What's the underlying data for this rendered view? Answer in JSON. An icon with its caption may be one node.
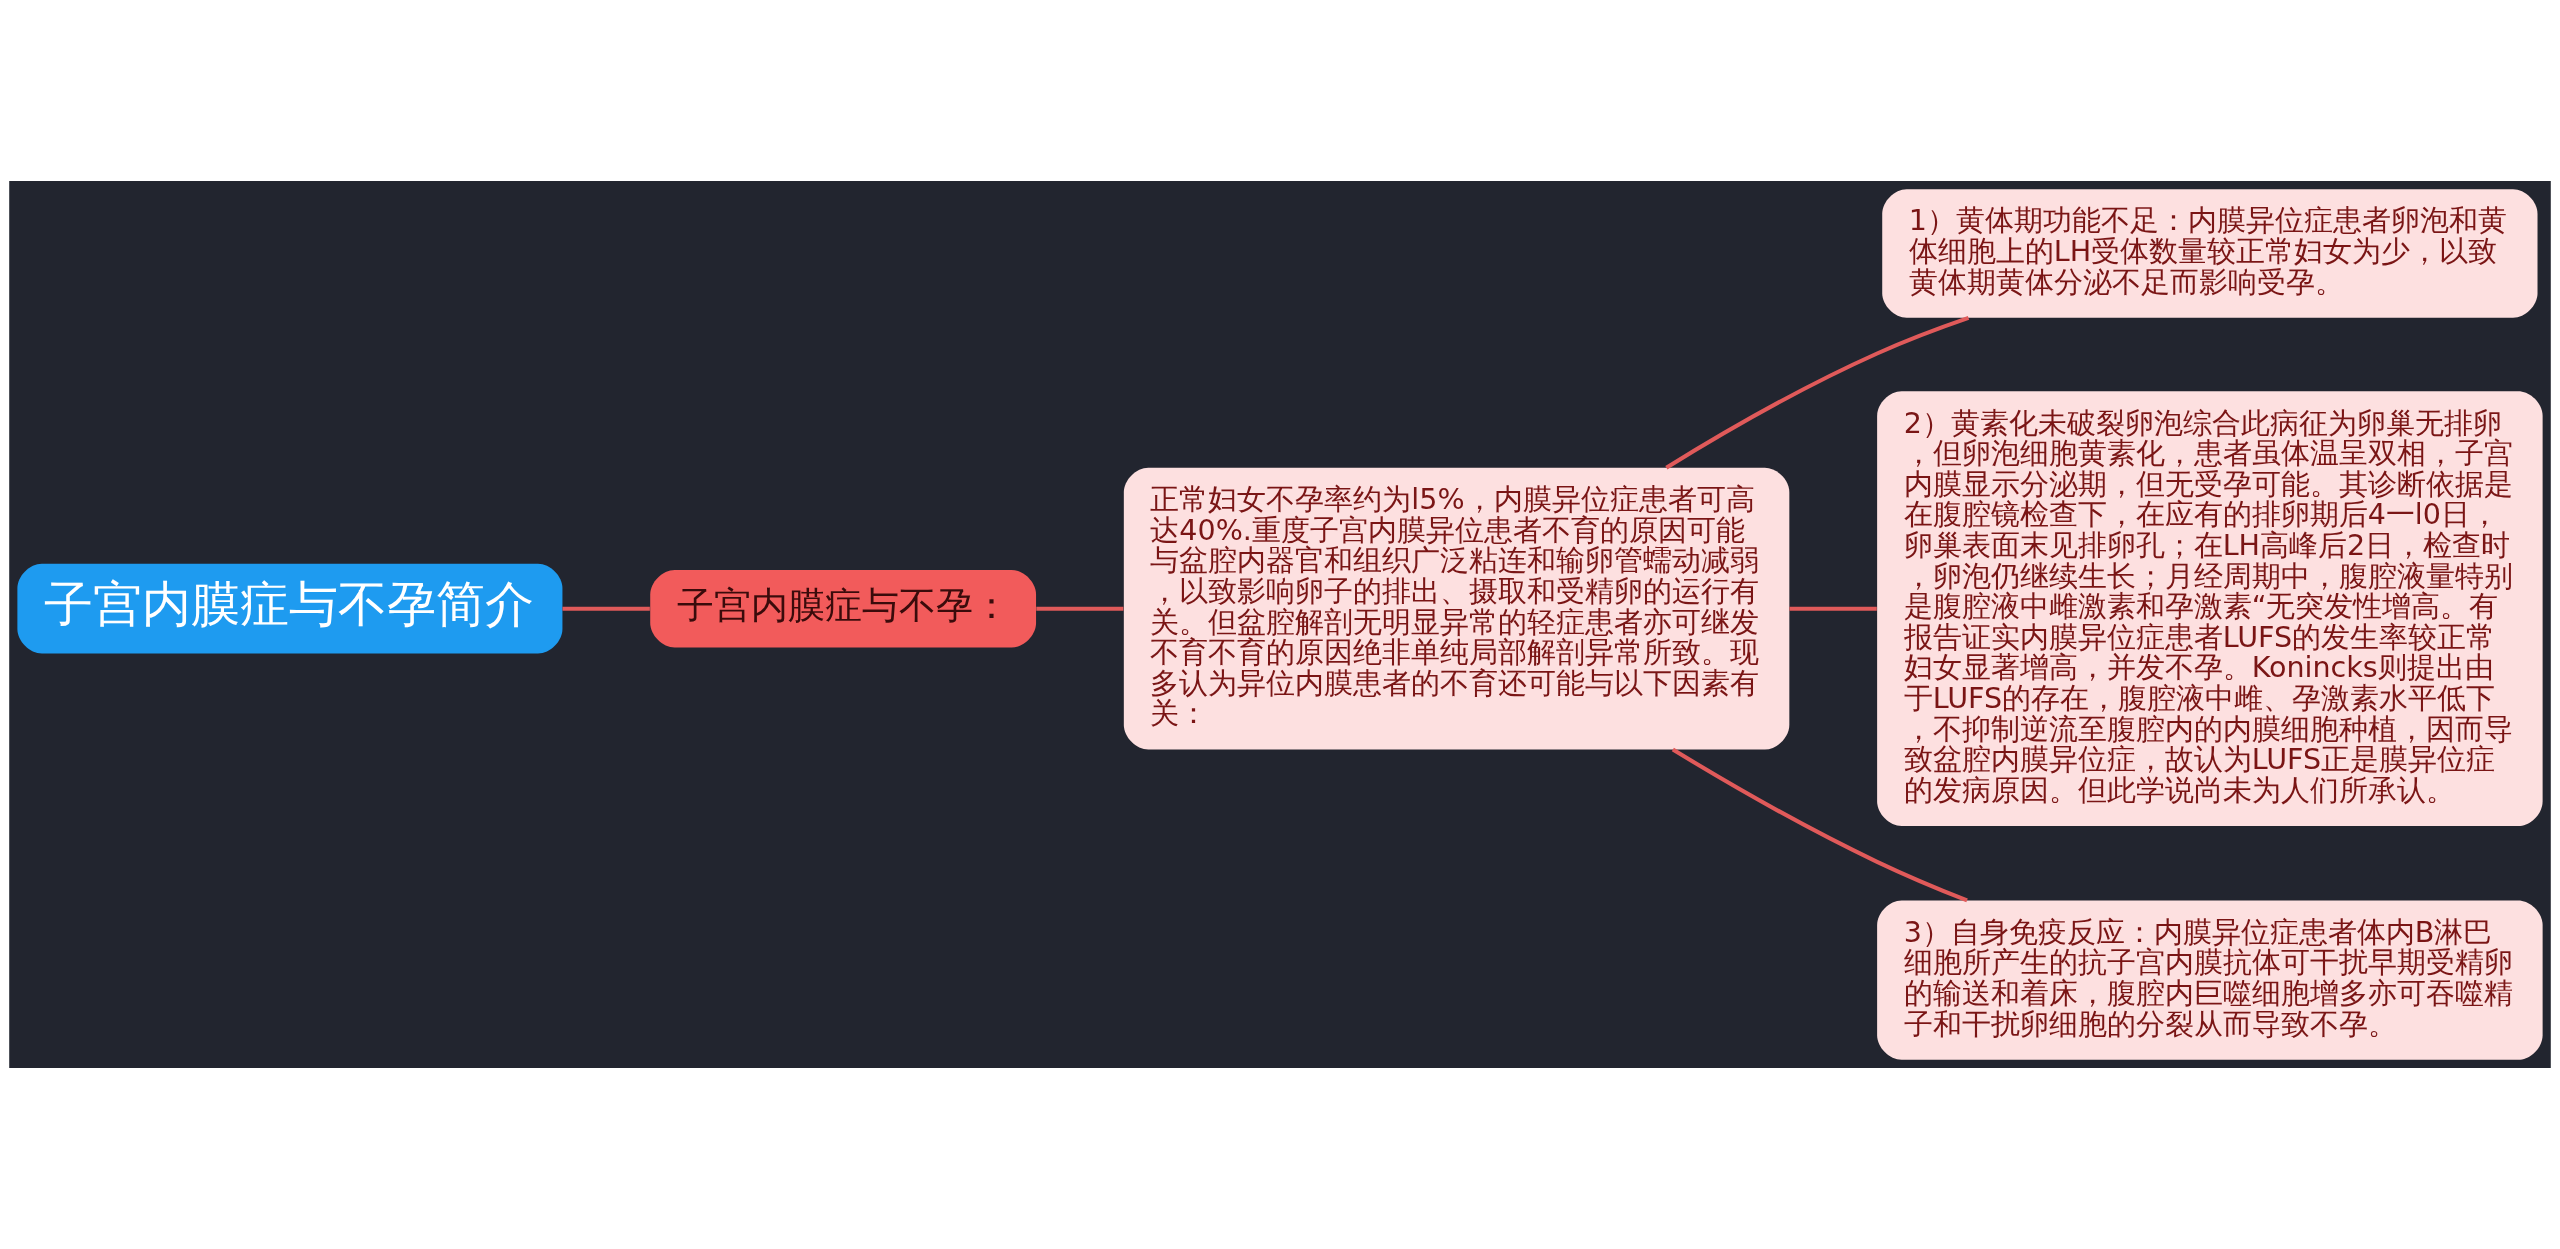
{
  "diagram": {
    "nodes": [
      {
        "text": [
          "子宫内膜症与不孕简介"
        ]
      },
      {
        "text": [
          "子宫内膜症与不孕："
        ]
      },
      {
        "text": [
          "正常妇女不孕率约为l5%，内膜异位症患者可高达40%.重度子宫内膜异位患者不育的原因可能与盆腔内器官和组织广泛粘连和输卵管蠕动减弱，以致影响卵子的排出、摄取和受精卵的运行有关。但盆腔解剖无明显异常的轻症患者亦可继发不育不育的原因绝非单纯局部解剖异常所致。现多认为异位内膜患者的不育还可能与以下因素有关："
        ]
      },
      {
        "text": [
          "1）黄体期功能不足：内膜异位症患者卵泡和黄体细胞上的LH受体数量较正常妇女为少，以致黄体期黄体分泌不足而影响受孕。"
        ]
      },
      {
        "text": [
          "2）黄素化未破裂卵泡综合此病征为卵巢无排卵，但卵泡细胞黄素化，患者虽体温呈双相，子宫内膜显示分泌期，但无受孕可能。其诊断依据是在腹腔镜检查下，在应有的排卵期后4一l0日，卵巢表面末见排卵孔；在LH高峰后2日，检查时，卵泡仍继续生长；月经周期中，腹腔液量特别是腹腔液中雌激素和孕激素“无突发性增高。有报告证实内膜异位症患者LUFS的发生率较正常妇女显著增高，并发不孕。Konincks则提出由于LUFS的存在，腹腔液中雌、孕激素水平低下，不抑制逆流至腹腔内的内膜细胞种植，因而导致盆腔内膜异位症，故认为LUFS正是膜异位症的发病原因。但此学说尚未为人们所承认。"
        ]
      },
      {
        "text": [
          "3）自身免疫反应：内膜异位症患者体内B淋巴细胞所产生的抗子宫内膜抗体可干扰早期受精卵的输送和着床，腹腔内巨噬细胞增多亦可吞噬精子和干扰卵细胞的分裂从而导致不孕。"
        ]
      }
    ],
    "edges": [
      {
        "from": 0,
        "to": 1,
        "arrow": "none"
      },
      {
        "from": 1,
        "to": 2,
        "arrow": "none"
      },
      {
        "from": 2,
        "to": 3,
        "arrow": "none"
      },
      {
        "from": 2,
        "to": 4,
        "arrow": "none"
      },
      {
        "from": 2,
        "to": 5,
        "arrow": "none"
      }
    ]
  }
}
